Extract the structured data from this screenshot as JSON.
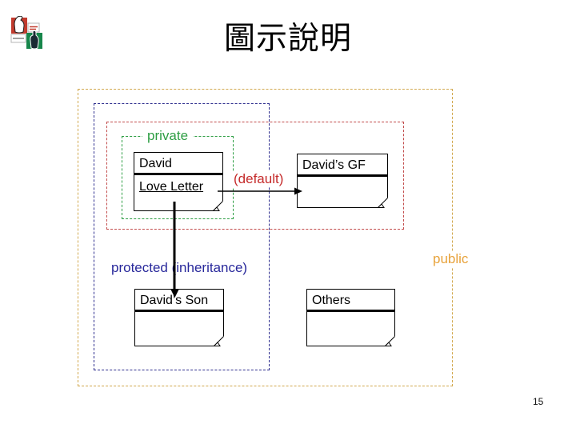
{
  "slide": {
    "title": "圖示說明",
    "page_number": "15",
    "background_color": "#ffffff",
    "title_color": "#000000"
  },
  "diagram": {
    "regions": {
      "public": {
        "label": "public",
        "border_color": "#D2A94F",
        "label_color": "#E8A33C"
      },
      "protected": {
        "label": "protected (inheritance)",
        "border_color": "#2F2F8F",
        "label_color": "#28289B"
      },
      "default": {
        "label": "(default)",
        "border_color": "#C24B4B",
        "label_color": "#C52B2B"
      },
      "private": {
        "label": "private",
        "border_color": "#2E9E44",
        "label_color": "#2E9E44"
      }
    },
    "classes": {
      "david": {
        "title": "David",
        "member": "Love Letter"
      },
      "gf": {
        "title": "David’s GF"
      },
      "son": {
        "title": "David’s Son"
      },
      "others": {
        "title": "Others"
      }
    },
    "arrows": [
      {
        "id": "default-access",
        "from": "David / Love Letter",
        "to": "David’s GF",
        "style": "thin"
      },
      {
        "id": "inheritance",
        "from": "David",
        "to": "David’s Son",
        "style": "thick"
      }
    ]
  },
  "logo": {
    "red": "#C23B2E",
    "green": "#17864B"
  }
}
